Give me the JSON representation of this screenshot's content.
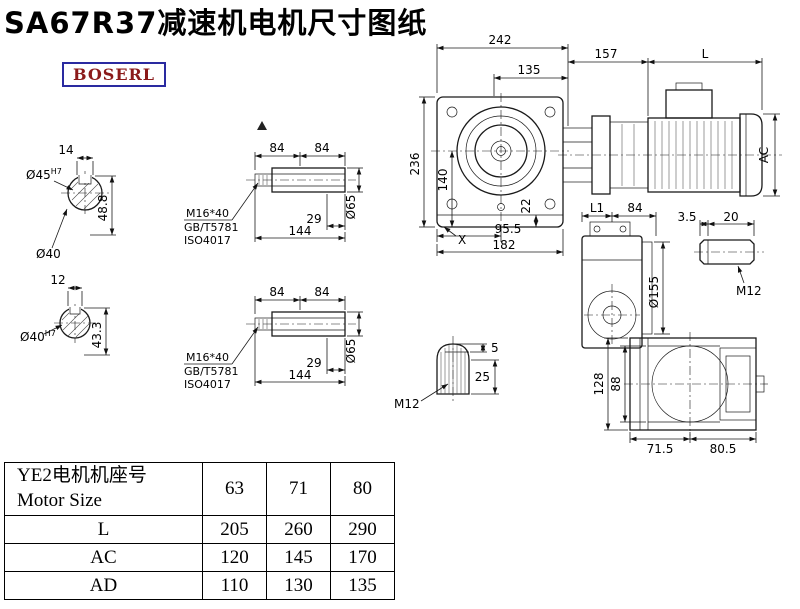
{
  "title": "SA67R37减速机电机尺寸图纸",
  "logo": {
    "text": "BOSERL",
    "text_color": "#8b1a1a",
    "border_color": "#2a2aa0"
  },
  "drawing": {
    "shaft_top": {
      "key_width": "14",
      "bore": "Ø45",
      "tol": "H7",
      "depth": "48.8",
      "outer": "Ø40"
    },
    "shaft_bottom": {
      "key_width": "12",
      "bore": "Ø40",
      "tol": "H7",
      "depth": "43.3"
    },
    "bushing": {
      "seg_a": "84",
      "seg_b": "84",
      "thread": "M16*40",
      "std_gb": "GB/T5781",
      "std_iso": "ISO4017",
      "len_short": "29",
      "len_total": "144",
      "dia": "Ø65"
    },
    "front_view": {
      "width_total": "242",
      "width_flange": "135",
      "width_motor1": "157",
      "width_motor2": "L",
      "height_total": "236",
      "height_axis": "140",
      "height_foot": "22",
      "len_axis": "95.5",
      "len_base": "182",
      "mark": "X",
      "motor_dia": "AC"
    },
    "side_view": {
      "len_l1": "L1",
      "len_84": "84",
      "flange_dia": "Ø155",
      "plug_len1": "3.5",
      "plug_len2": "20",
      "thread": "M12"
    },
    "bottom_view": {
      "height_total": "128",
      "height_inner": "88",
      "len_a": "71.5",
      "len_b": "80.5"
    },
    "key_detail": {
      "key_h": "5",
      "key_w": "25",
      "thread": "M12"
    }
  },
  "table": {
    "header_line1": "YE2电机机座号",
    "header_line2": "Motor Size",
    "sizes": [
      "63",
      "71",
      "80"
    ],
    "rows": [
      {
        "label": "L",
        "values": [
          "205",
          "260",
          "290"
        ]
      },
      {
        "label": "AC",
        "values": [
          "120",
          "145",
          "170"
        ]
      },
      {
        "label": "AD",
        "values": [
          "110",
          "130",
          "135"
        ]
      }
    ]
  }
}
